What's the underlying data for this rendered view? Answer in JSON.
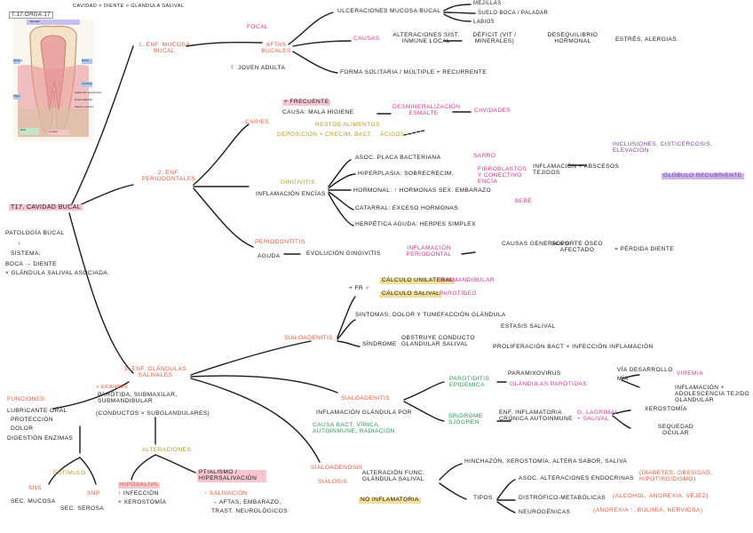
{
  "colors": {
    "ink": "#1a1a1a",
    "pink": "#e0338f",
    "orange": "#f0573a",
    "red": "#e8453c",
    "olive": "#b99a1f",
    "green": "#2a9d55",
    "violet": "#7a3fb0",
    "blue": "#2957c9",
    "highlight_pink": "#f7c6cf",
    "highlight_yellow": "#f1df9a",
    "highlight_violet": "#c9b4e8"
  },
  "header": {
    "tag": "T.17.ORGA.17",
    "note": "CAVIDAD > DIENTE > GLANDULA SALIVAL"
  },
  "figure": {
    "labels": [
      "Esmalte",
      "Dentina",
      "Pulpa",
      "Encía",
      "Cemento",
      "Raíz",
      "Corona",
      "Ligamento periodontal",
      "Hueso alveolar",
      "Vasos y nervios"
    ]
  },
  "root": {
    "title": "T17. CAVIDAD BUCAL",
    "subtitle": "PATOLOGÍA BUCAL",
    "arrow": "↓",
    "system_title": "SISTEMA:",
    "system_line1": "BOCA → DIENTE",
    "system_line2": "× GLÁNDULA SALIVAL ASOCIADA."
  },
  "s1": {
    "title": "1. ENF. MUCOSA BUCAL",
    "node_tag": "FOCAL",
    "node": "AFTAS BUCALES",
    "female": "♀",
    "female_note": "JOVEN ADULTA",
    "ulcer_title": "ULCERACIONES MUCOSA BUCAL",
    "ulcer_a": "MEJILLAS",
    "ulcer_b": "SUELO BOCA / PALADAR",
    "ulcer_c": "LABIOS",
    "causes_title": "CAUSAS",
    "causes_a": "ALTERACIONES SIST. INMUNE LOCAL",
    "causes_b": "DÉFICIT (VIT / MINERALES)",
    "causes_c": "DESEQUILIBRIO HORMONAL",
    "causes_d": "ESTRÉS, ALERGIAS.",
    "solitary": "FORMA SOLITARIA / MÚLTIPLE + RECURRENTE"
  },
  "s2": {
    "title": "2. ENF. PERIODONTALES",
    "caries": "CARIES",
    "caries_freq": "+ FRECUENTE",
    "caries_cause": "CAUSA: MALA HIGIENE",
    "caries_dmin": "DESMINERALIZACIÓN ESMALTE",
    "caries_cavity": "CAVIDADES",
    "caries_residues": "RESTOS ALIMENTOS",
    "caries_depo": "DEPOSICIÓN + CRECIM. BACT.",
    "caries_acids": "ÁCIDOS",
    "gingivitis": "GINGIVITIS",
    "gingivitis_def": "INFLAMACIÓN ENCÍAS",
    "g1": "ASOC. PLACA BACTERIANA",
    "g1_tag": "SARRO",
    "g2": "HIPERPLASIA: SOBRECRECIM.",
    "g2_tag": "FIBROBLASTOS Y CONECTIVO ENCÍA",
    "g2_res": "INFLAMACIÓN + ABSCESOS TEJIDOS",
    "g2_side": "INCLUSIONES, CISTICERCOSIS, ELEVACIÓN",
    "g2_side2": "GLÓBULO RECUBRIENTE",
    "g3": "HORMONAL: ↑ HORMONAS SEX. EMBARAZO",
    "g4": "CATARRAL: EXCESO HORMONAS",
    "g4_tag": "BEBÉ",
    "g5": "HERPÉTICA AGUDA: HERPES SIMPLEX",
    "perio": "PERIODONTITIS",
    "perio_def": "AGUDA",
    "perio_evol": "EVOLUCIÓN GINGIVITIS",
    "perio_inf": "INFLAMACIÓN PERIODONTAL",
    "perio_cause": "CAUSAS GENERALES:",
    "perio_lost": "SOPORTE ÓSEO AFECTADO",
    "perio_eq": "= PÉRDIDA DIENTE"
  },
  "s3": {
    "title": "3. ENF. GLÁNDULAS SALIVALES",
    "main": "PARÓTIDA, SUBMAXILAR, SUBMANDIBULAR",
    "main_tag": "+ GRANDES",
    "main_note": "(CONDUCTOS × SUBGLANDULARES)",
    "infl": "FUNCIONES:",
    "infl_a": "LUBRICANTE ORAL",
    "infl_b": "PROTECCIÓN",
    "infl_c": "DOLOR",
    "infl_d": "DIGESTIÓN ENZIMAS",
    "stim": "ESTÍMULO",
    "sns": "SNS",
    "snp": "SNP",
    "sns_note": "SEC. MUCOSA",
    "snp_note": "SEC. SEROSA",
    "alter": "ALTERACIONES",
    "hypo": "HIPOSALIVA",
    "hypo_a": "↑ INFECCIÓN",
    "hypo_b": "+ XEROSTOMÍA",
    "hyper": "PTIALISMO / HIPERSALIVACIÓN",
    "hyper_a": "↑ SALIVACIÓN",
    "hyper_b": "→ AFTAS, EMBARAZO,",
    "hyper_c": "TRAST. NEUROLÓGICOS",
    "sial": "SIALOADENITIS",
    "sial_fr": "+ FR ♂",
    "sial_a": "CÁLCULO UNILATERAL",
    "sial_a2": "SUBMANDIBULAR",
    "sial_b": "CÁLCULO SALIVAL",
    "sial_b2": "PAROTÍDEO",
    "sial_c": "SINTOMAS: DOLOR Y TUMEFACCIÓN GLÁNDULA",
    "sial_d": "SÍNDROME",
    "sial_d2": "OBSTRUYE CONDUCTO GLANDULAR SALIVAL",
    "sial_d3": "ESTASIS SALIVAL",
    "sial_d4": "PROLIFERACIÓN BACT × INFECCIÓN INFLAMACIÓN",
    "sial2": "SIALOADENITIS",
    "sial2_def": "INFLAMACIÓN GLÁNDULA POR",
    "sial2_causes": "CAUSA BACT, VÍRICA, AUTOINMUNE, RADIACIÓN",
    "paro": "PAROTIDITIS EPIDÉMICA",
    "paro_a": "PARAMIXOVIRUS",
    "paro_a2": "GLÁNDULAS PARÓTIDAS",
    "paro_b": "VÍA DESARROLLO",
    "paro_b2": "MÍA",
    "paro_c": "VIREMIA",
    "paro_d": "INFLAMACIÓN + ADOLESCENCIA TEJIDO GLANDULAR",
    "sjog": "SÍNDROME SJÖGREN",
    "sjog_a": "ENF. INFLAMATORIA CRÓNICA AUTOINMUNE",
    "sjog_a2": "G. LAGRIMAL + SALIVAL",
    "sjog_b": "XEROSTOMÍA",
    "sjog_c": "SEQUEDAD OCULAR",
    "tum": "SIALOADENOSIS",
    "tum_tag": "SIALOSIS",
    "tum_a": "ALTERACIÓN FUNC. GLÁNDULA SALIVAL",
    "tum_b": "NO INFLAMATORIA",
    "tum_c": "HINCHAZÓN, XEROSTOMÍA, ALTERA SABOR, SALIVA",
    "tipo": "TIPOS",
    "tipo_a": "ASOC. ALTERACIONES ENDOCRINAS",
    "tipo_a2": "(DIABETES, OBESIDAD, HIPOTIROIDISMO)",
    "tipo_b": "DISTRÓFICO-METABÓLICAS",
    "tipo_b2": "(ALCOHOL, ANOREXIA, VEJEZ)",
    "tipo_c": "NEUROGÉNICAS",
    "tipo_c2": "(ANOREXIA ↑, BULIMIA, NERVIOSA)"
  }
}
